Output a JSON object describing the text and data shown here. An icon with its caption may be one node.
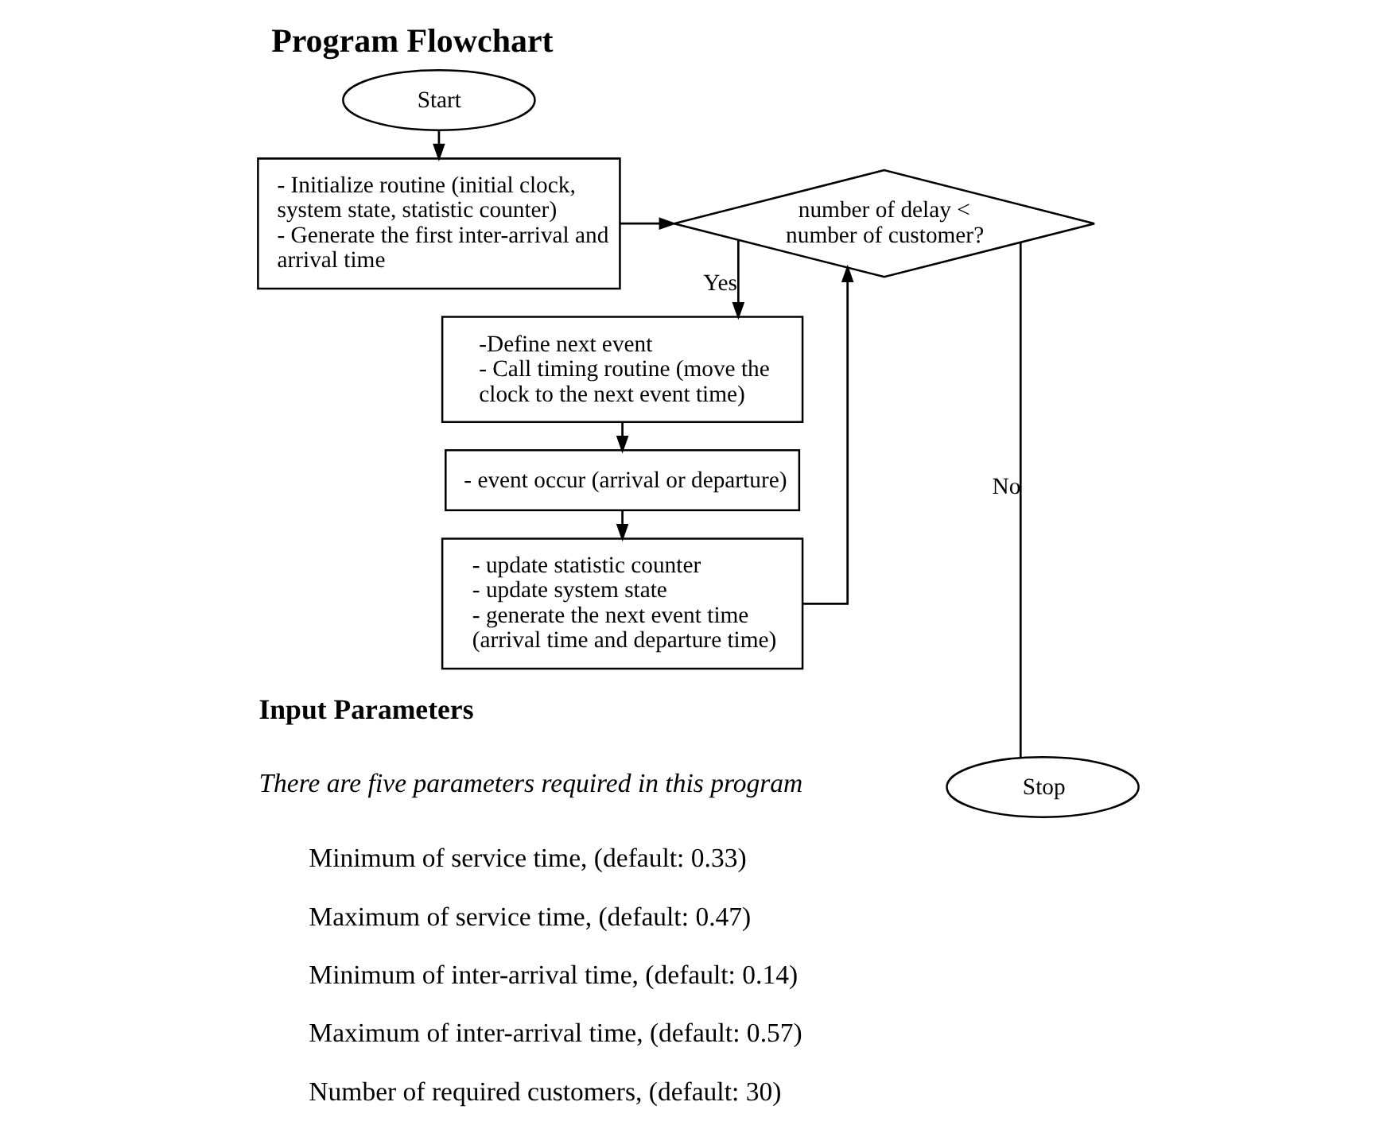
{
  "diagram": {
    "title": "Program Flowchart",
    "nodes": [
      {
        "text": [
          "Start"
        ]
      },
      {
        "text": [
          "- Initialize routine (initial clock, system state, statistic counter)",
          "- Generate the first inter-arrival and arrival time"
        ]
      },
      {
        "text": [
          "number of delay < number of customer?"
        ]
      },
      {
        "text": [
          "-Define next event",
          "- Call timing routine (move the clock to the next event time)"
        ]
      },
      {
        "text": [
          "- event occur (arrival or departure)"
        ]
      },
      {
        "text": [
          "- update statistic counter",
          "- update system state",
          "- generate the next event time (arrival time and departure time)"
        ]
      },
      {
        "text": [
          "Stop"
        ]
      }
    ],
    "edges": [
      {
        "from": 0,
        "to": 1,
        "arrow": "to"
      },
      {
        "from": 1,
        "to": 2,
        "arrow": "to"
      },
      {
        "from": 2,
        "to": 3,
        "arrow": "to",
        "label": "Yes"
      },
      {
        "from": 3,
        "to": 4,
        "arrow": "to"
      },
      {
        "from": 4,
        "to": 5,
        "arrow": "to"
      },
      {
        "from": 5,
        "to": 2,
        "arrow": "to"
      },
      {
        "from": 2,
        "to": 6,
        "arrow": "none",
        "label": "No"
      }
    ],
    "labels": [
      "Input Parameters",
      "There are five parameters required in this program",
      "Minimum of service time, (default: 0.33)",
      "Maximum of service time, (default: 0.47)",
      "Minimum of inter-arrival time, (default: 0.14)",
      "Maximum of inter-arrival time, (default: 0.57)",
      "Number of required customers, (default: 30)"
    ]
  }
}
